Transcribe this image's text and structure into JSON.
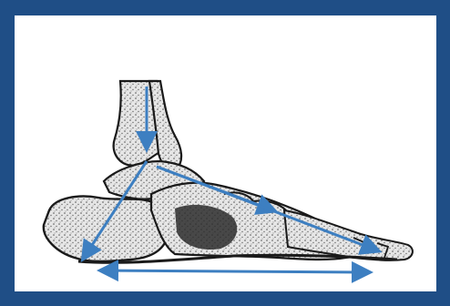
{
  "diagram": {
    "subject": "foot-skeleton-lateral-view",
    "colors": {
      "frame": "#1f4e86",
      "background": "#ffffff",
      "arrow": "#3d7fc1",
      "bone_outline": "#1a1a1a",
      "bone_fill": "#d9d9d9",
      "bone_shadow": "#2b2b2b"
    },
    "arrows": [
      {
        "name": "load-down-arrow",
        "direction": "down"
      },
      {
        "name": "heel-arrow",
        "direction": "down-left"
      },
      {
        "name": "forefoot-arrow",
        "direction": "down-right"
      },
      {
        "name": "midfoot-arrow",
        "direction": "right"
      },
      {
        "name": "base-span-arrow",
        "direction": "both"
      }
    ]
  }
}
